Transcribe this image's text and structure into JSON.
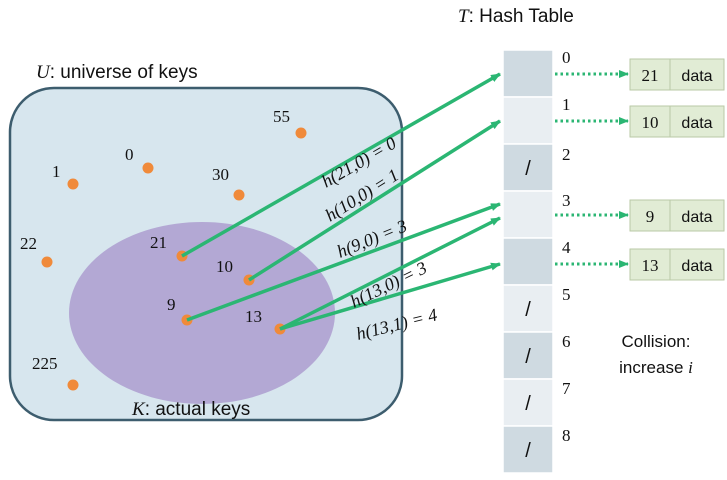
{
  "title": {
    "var": "T",
    "text": ": Hash Table"
  },
  "universe": {
    "var": "U",
    "text": ": universe of keys"
  },
  "actual": {
    "var": "K",
    "text": ": actual keys"
  },
  "collision": {
    "line1": "Collision:",
    "line2_text": "increase ",
    "line2_var": "i"
  },
  "keys": {
    "k55": "55",
    "k0": "0",
    "k1": "1",
    "k30": "30",
    "k22": "22",
    "k21": "21",
    "k10": "10",
    "k9": "9",
    "k13": "13",
    "k225": "225"
  },
  "slots": {
    "idx": [
      "0",
      "1",
      "2",
      "3",
      "4",
      "5",
      "6",
      "7",
      "8"
    ],
    "nil": "/"
  },
  "entries": [
    {
      "key": "21",
      "value": "data"
    },
    {
      "key": "10",
      "value": "data"
    },
    {
      "key": "9",
      "value": "data"
    },
    {
      "key": "13",
      "value": "data"
    }
  ],
  "probes": [
    "h(21,0) = 0",
    "h(10,0) = 1",
    "h(9,0) = 3",
    "h(13,0) = 3",
    "h(13,1) = 4"
  ],
  "colors": {
    "universe_fill": "#d7e6ee",
    "universe_stroke": "#3d5d6e",
    "actual_fill": "#b3a8d4",
    "key_dot": "#f08a3a",
    "arrow": "#2bb673",
    "slot_dark": "#cfdae1",
    "slot_light": "#e9eef2",
    "entry_fill": "#e1ecd5",
    "entry_stroke": "#b9c9a6"
  }
}
